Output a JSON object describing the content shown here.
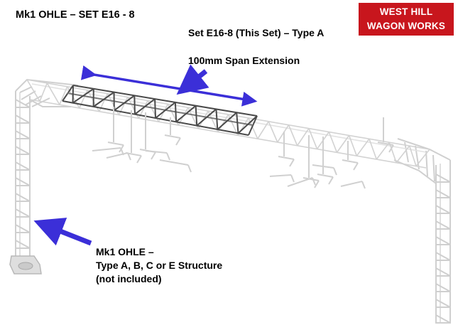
{
  "title": "Mk1 OHLE – SET E16 - 8",
  "set_label": "Set E16-8 (This Set) – Type A",
  "span_label": "100mm Span Extension",
  "structure_label": {
    "line1": "Mk1 OHLE –",
    "line2": "Type A, B, C or E Structure",
    "line3": "(not included)"
  },
  "logo": {
    "line1": "WEST HILL",
    "line2": "WAGON WORKS",
    "background": "#c8161d"
  },
  "colors": {
    "arrow": "#3b2fd8",
    "structure_light": "#d2d2d2",
    "structure_dark": "#4a4a4a"
  }
}
